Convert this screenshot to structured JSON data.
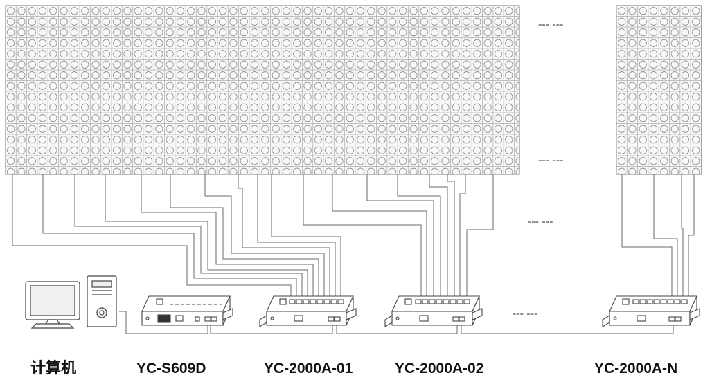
{
  "labels": {
    "computer": "计算机",
    "sender": "YC-S609D",
    "controller_1": "YC-2000A-01",
    "controller_2": "YC-2000A-02",
    "controller_n": "YC-2000A-N"
  },
  "ellipsis_text": "--- ---",
  "colors": {
    "line": "#555555",
    "led_fill": "#f4f4f4",
    "background": "#ffffff"
  },
  "icons": {
    "computer": "desktop-computer-icon",
    "sender": "sender-box-icon",
    "controller": "controller-box-icon"
  }
}
